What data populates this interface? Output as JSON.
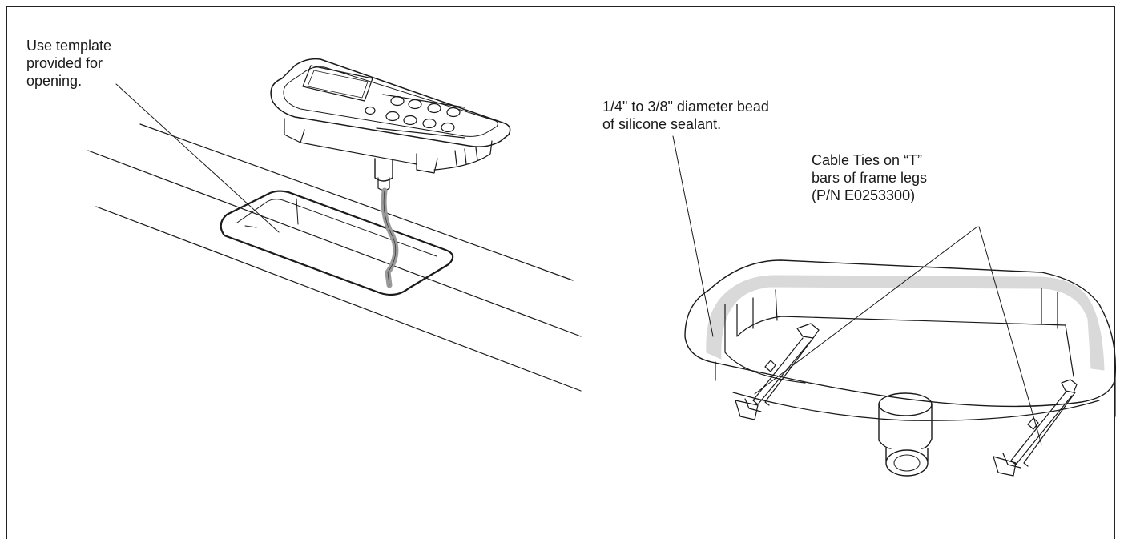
{
  "callouts": {
    "template": {
      "lines": [
        "Use template",
        "provided for",
        "opening."
      ]
    },
    "silicone": {
      "lines": [
        "1/4\" to 3/8\" diameter bead",
        "of silicone sealant."
      ]
    },
    "cable_ties": {
      "lines": [
        "Cable Ties on “T”",
        "bars of frame legs",
        "(P/N E0253300)"
      ]
    }
  },
  "colors": {
    "line": "#1a1a1a",
    "sealant": "#d9d9d9",
    "cable": "#9a9a9a",
    "background": "#ffffff"
  }
}
